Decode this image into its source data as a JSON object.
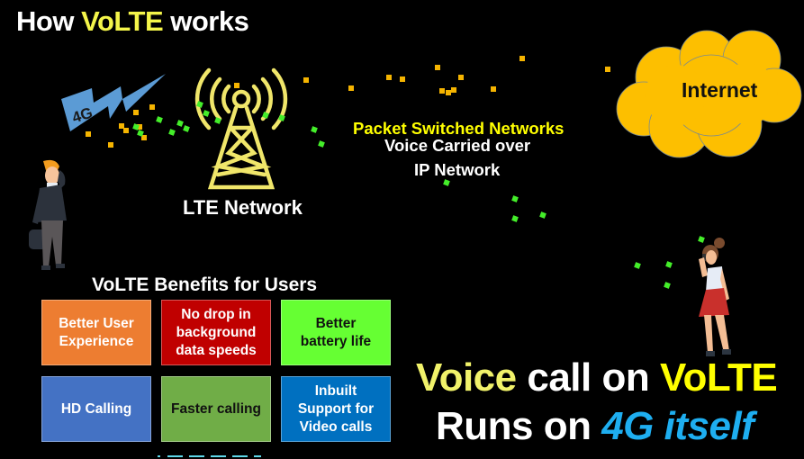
{
  "title": {
    "prefix": "How",
    "highlight": "VoLTE",
    "suffix": "works"
  },
  "tower": {
    "label": "LTE Network"
  },
  "signal": {
    "label": "4G"
  },
  "network_text": {
    "line1": "Packet Switched Networks",
    "line2": "Voice Carried over",
    "line3": "IP Network"
  },
  "cloud": {
    "label": "Internet",
    "color": "#fdbf00"
  },
  "benefits": {
    "title": "VoLTE Benefits for Users",
    "items": [
      {
        "label": "Better User Experience",
        "color": "#ed7d31",
        "text_color": "#ffffff"
      },
      {
        "label": "No drop in background data speeds",
        "color": "#c00000",
        "text_color": "#ffffff"
      },
      {
        "label": "Better battery life",
        "color": "#66ff33",
        "text_color": "#111111"
      },
      {
        "label": "HD Calling",
        "color": "#4472c4",
        "text_color": "#ffffff"
      },
      {
        "label": "Faster calling",
        "color": "#70ad47",
        "text_color": "#111111"
      },
      {
        "label": "Inbuilt Support for Video calls",
        "color": "#0070c0",
        "text_color": "#ffffff"
      }
    ]
  },
  "tagline": {
    "line1_a": "Voice",
    "line1_b": " call on ",
    "line1_c": "VoLTE",
    "line2_a": "Runs on ",
    "line2_b": "4G itself"
  },
  "colors": {
    "background": "#000000",
    "accent_yellow": "#ffff00",
    "accent_blue": "#1eaef0",
    "packet_orange": "#f5b400",
    "packet_green": "#44ee2a"
  }
}
